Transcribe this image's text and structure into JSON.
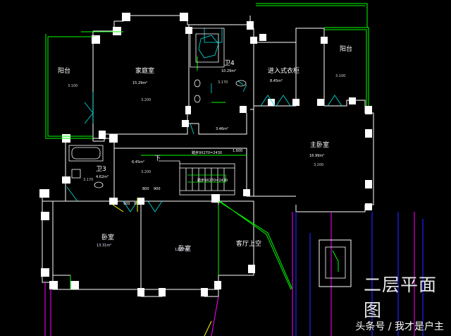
{
  "drawing_title": "二层平面图",
  "watermark": "头条号 / 我才是户主",
  "colors": {
    "background": "#000000",
    "wall": "#ffffff",
    "green": "#00ff00",
    "cyan": "#00e5e5",
    "blue": "#2020ff",
    "magenta": "#ff00ff",
    "yellow": "#ffff00"
  },
  "rooms": {
    "balcony_left": "阳台",
    "family_room": "家庭室",
    "wc4": "卫4",
    "walk_in_closet": "进入式衣柜",
    "balcony_right": "阳台",
    "master_bedroom": "主卧室",
    "wc3": "卫3",
    "bedroom_left": "卧室",
    "bedroom_mid": "卧室",
    "living_void": "客厅上空",
    "down_mark": "下"
  },
  "areas": {
    "family_room": "15.29m²",
    "wc4": "10.29m²",
    "walk_in_closet": "8.45m²",
    "corridor": "3.46m²",
    "master_bedroom": "16.99m²",
    "landing": "6.45m²",
    "wc3": "4.62m²",
    "bedroom_left": "13.31m²",
    "bedroom_mid": "12.67m²"
  },
  "elevations": {
    "balcony_left": "3.100",
    "family_room": "3.200",
    "wc4": "3.170",
    "balcony_right": "3.100",
    "master_bedroom": "3.200",
    "landing": "3.200",
    "wc3": "3.170"
  },
  "dimensions": {
    "stair_rail_upper": "踏步9X270=2430",
    "stair_rail_lower": "踏步9X270=2430",
    "stair_right": "1.600",
    "door_a": "900",
    "door_b": "800",
    "door_c": "800",
    "door_d": "900"
  }
}
